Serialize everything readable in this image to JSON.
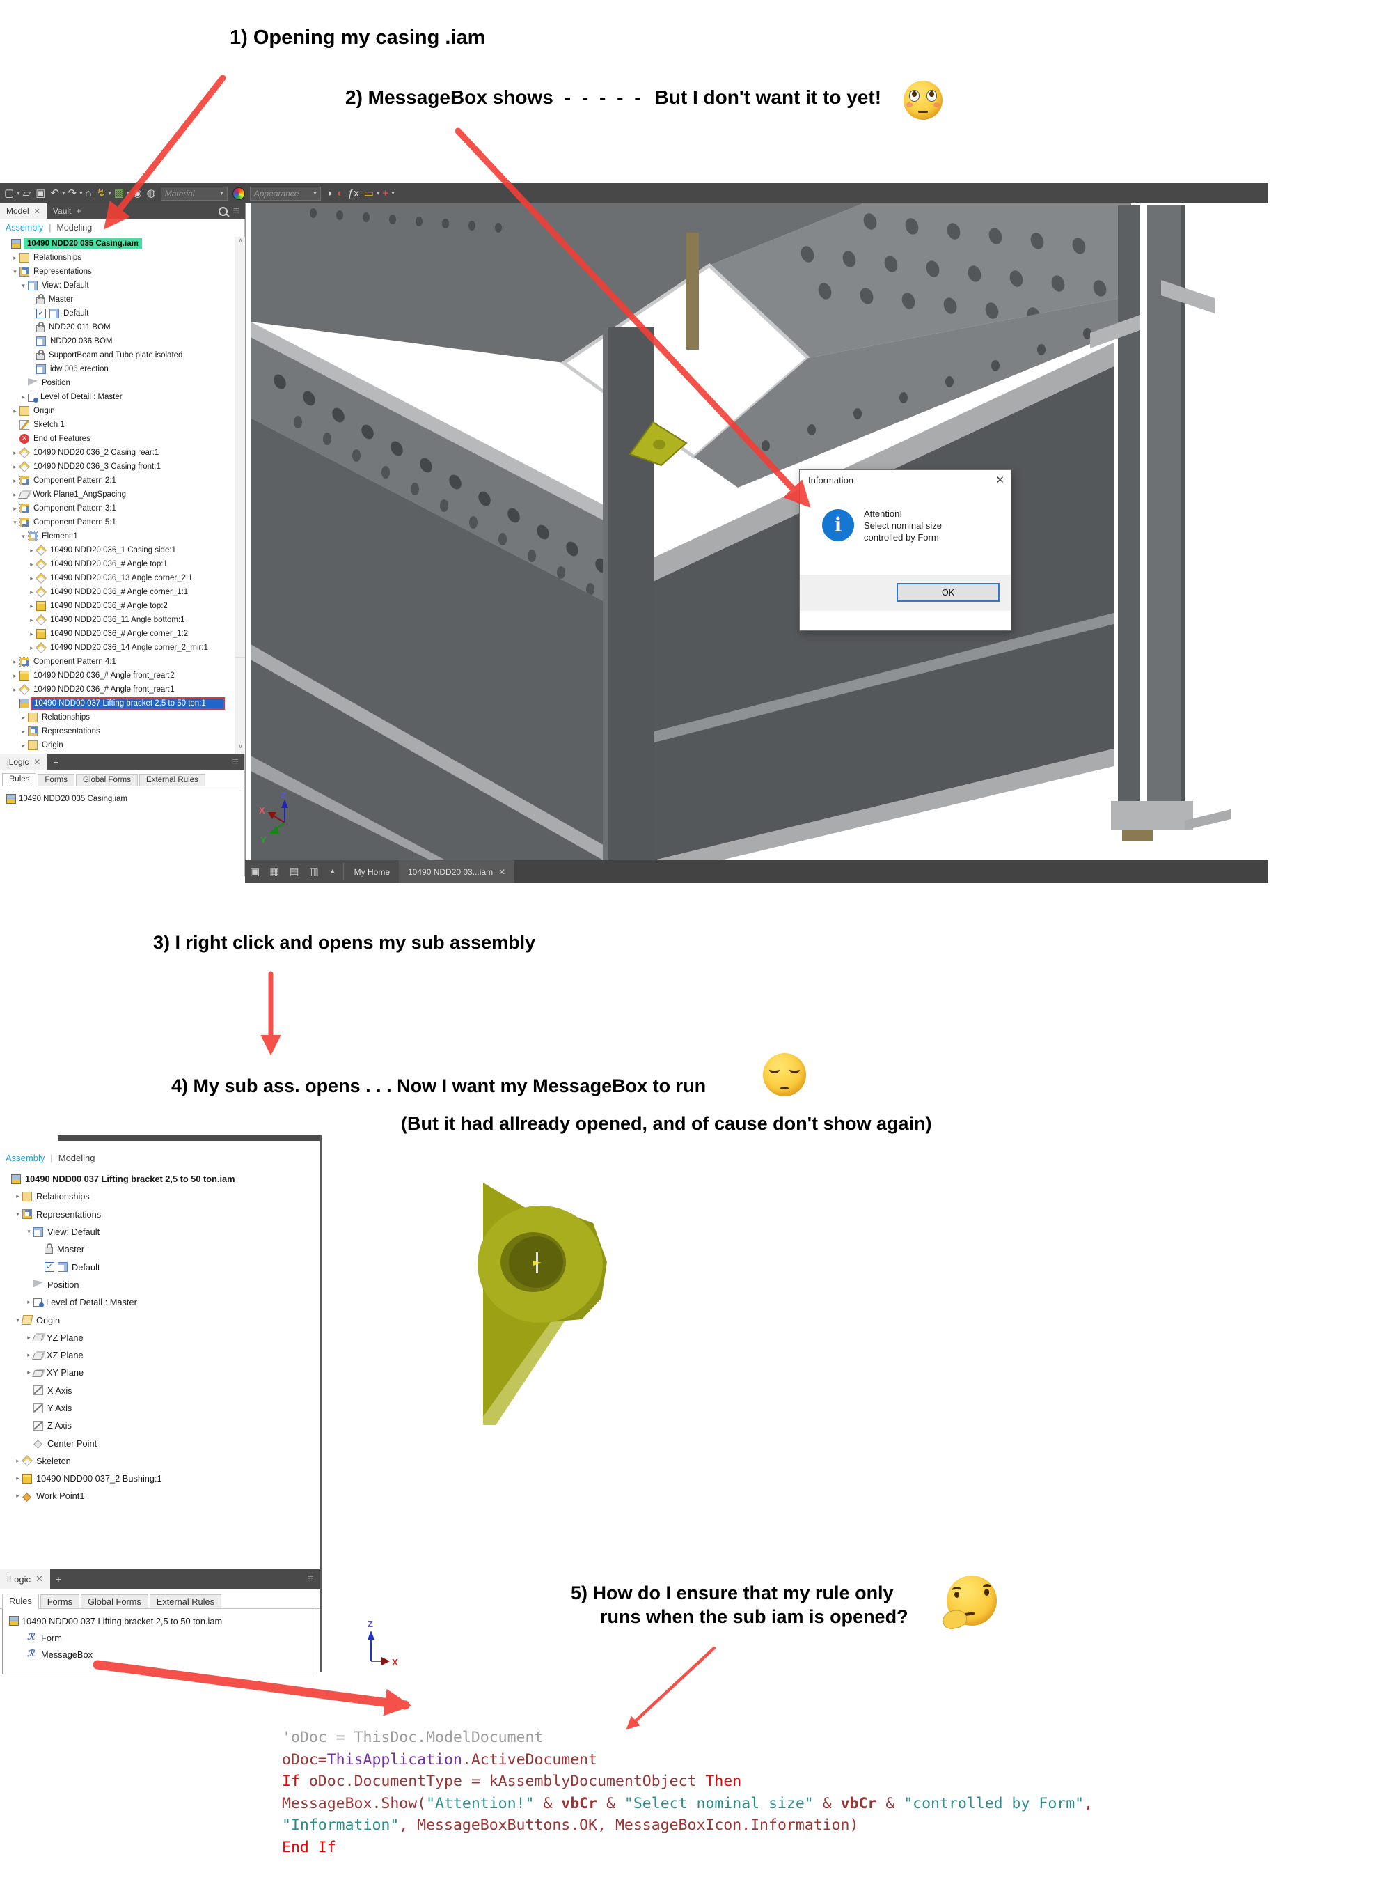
{
  "annotations": {
    "step1": "1) Opening my casing .iam",
    "step2a": "2) MessageBox shows",
    "step2_dashes": "- - - - -",
    "step2b": "But I don't want it to yet!",
    "step3": "3) I right click and opens my sub assembly",
    "step4": "4) My sub ass. opens . . . Now I want my MessageBox to run",
    "step4b": "(But it had allready opened, and of cause don't show again)",
    "step5a": "5) How do I ensure that my rule only",
    "step5b": "runs  when the sub iam is opened?"
  },
  "colors": {
    "arrow": "#f23f36",
    "highlight_green": "#43e0a2",
    "selection_blue": "#2066c8",
    "selection_border": "#d63a3a",
    "toolbar_dark": "#484848",
    "assembly_link_blue": "#1e9cd7",
    "info_icon_blue": "#1577d2",
    "ok_focus_blue": "#2e7ad0",
    "model_gray": "#5e6164",
    "bracket_yellow": "#9ba015"
  },
  "app1": {
    "qat_icons": [
      {
        "name": "new-document",
        "glyph": "▢",
        "cls": ""
      },
      {
        "name": "caret",
        "glyph": "▾",
        "cls": "caret"
      },
      {
        "name": "open",
        "glyph": "▱",
        "cls": ""
      },
      {
        "name": "save",
        "glyph": "▣",
        "cls": ""
      },
      {
        "name": "undo",
        "glyph": "↶",
        "cls": ""
      },
      {
        "name": "caret",
        "glyph": "▾",
        "cls": "caret"
      },
      {
        "name": "redo",
        "glyph": "↷",
        "cls": ""
      },
      {
        "name": "caret",
        "glyph": "▾",
        "cls": "caret"
      },
      {
        "name": "home",
        "glyph": "⌂",
        "cls": ""
      },
      {
        "name": "sketch-lightning",
        "glyph": "↯",
        "cls": "yellow"
      },
      {
        "name": "caret",
        "glyph": "▾",
        "cls": "caret"
      },
      {
        "name": "new-part",
        "glyph": "▧",
        "cls": "green"
      },
      {
        "name": "caret",
        "glyph": "▾",
        "cls": "caret"
      },
      {
        "name": "joint",
        "glyph": "◉",
        "cls": ""
      },
      {
        "name": "render",
        "glyph": "◍",
        "cls": ""
      }
    ],
    "qat_icons2": [
      {
        "name": "adjust-appearance",
        "glyph": "◑",
        "cls": ""
      },
      {
        "name": "clear-appearance",
        "glyph": "◐",
        "cls": "red"
      },
      {
        "name": "parameters-fx",
        "glyph": "ƒx",
        "cls": ""
      },
      {
        "name": "measure",
        "glyph": "▭",
        "cls": "yellow"
      },
      {
        "name": "caret",
        "glyph": "▾",
        "cls": "caret"
      },
      {
        "name": "add",
        "glyph": "+",
        "cls": "red"
      },
      {
        "name": "more",
        "glyph": "▾",
        "cls": "caret"
      }
    ],
    "material_label": "Material",
    "appearance_label": "Appearance",
    "doc_tabs": {
      "model": "Model",
      "vault": "Vault"
    },
    "mode_tabs": {
      "assembly": "Assembly",
      "modeling": "Modeling"
    },
    "tree": [
      {
        "label": "10490 NDD20 035 Casing.iam",
        "lvl": 0,
        "ch": "",
        "icon": "assembly",
        "state": "green",
        "bold": true
      },
      {
        "label": "Relationships",
        "lvl": 1,
        "ch": "r",
        "icon": "folder"
      },
      {
        "label": "Representations",
        "lvl": 1,
        "ch": "d",
        "icon": "rep"
      },
      {
        "label": "View: Default",
        "lvl": 2,
        "ch": "d",
        "icon": "view"
      },
      {
        "label": "Master",
        "lvl": 3,
        "ch": "",
        "icon": "lock"
      },
      {
        "label": "Default",
        "lvl": 3,
        "ch": "",
        "icon": "check",
        "icon2": "view"
      },
      {
        "label": "NDD20 011 BOM",
        "lvl": 3,
        "ch": "",
        "icon": "lock"
      },
      {
        "label": "NDD20 036 BOM",
        "lvl": 3,
        "ch": "",
        "icon": "view"
      },
      {
        "label": "SupportBeam and Tube plate isolated",
        "lvl": 3,
        "ch": "",
        "icon": "lock"
      },
      {
        "label": "idw 006 erection",
        "lvl": 3,
        "ch": "",
        "icon": "view"
      },
      {
        "label": "Position",
        "lvl": 2,
        "ch": "",
        "icon": "flag"
      },
      {
        "label": "Level of Detail : Master",
        "lvl": 2,
        "ch": "r",
        "icon": "lod"
      },
      {
        "label": "Origin",
        "lvl": 1,
        "ch": "r",
        "icon": "folder"
      },
      {
        "label": "Sketch 1",
        "lvl": 1,
        "ch": "",
        "icon": "sketch"
      },
      {
        "label": "End of Features",
        "lvl": 1,
        "ch": "",
        "icon": "eof"
      },
      {
        "label": "10490 NDD20 036_2 Casing rear:1",
        "lvl": 1,
        "ch": "r",
        "icon": "partd"
      },
      {
        "label": "10490 NDD20 036_3 Casing front:1",
        "lvl": 1,
        "ch": "r",
        "icon": "partd"
      },
      {
        "label": "Component Pattern 2:1",
        "lvl": 1,
        "ch": "r",
        "icon": "pattern"
      },
      {
        "label": "Work Plane1_AngSpacing",
        "lvl": 1,
        "ch": "r",
        "icon": "plane"
      },
      {
        "label": "Component Pattern 3:1",
        "lvl": 1,
        "ch": "r",
        "icon": "pattern"
      },
      {
        "label": "Component Pattern 5:1",
        "lvl": 1,
        "ch": "d",
        "icon": "pattern"
      },
      {
        "label": "Element:1",
        "lvl": 2,
        "ch": "d",
        "icon": "element"
      },
      {
        "label": "10490 NDD20 036_1 Casing side:1",
        "lvl": 3,
        "ch": "r",
        "icon": "partd"
      },
      {
        "label": "10490 NDD20 036_# Angle top:1",
        "lvl": 3,
        "ch": "r",
        "icon": "partd"
      },
      {
        "label": "10490 NDD20 036_13 Angle corner_2:1",
        "lvl": 3,
        "ch": "r",
        "icon": "partd"
      },
      {
        "label": "10490 NDD20 036_# Angle corner_1:1",
        "lvl": 3,
        "ch": "r",
        "icon": "partd"
      },
      {
        "label": "10490 NDD20 036_# Angle top:2",
        "lvl": 3,
        "ch": "r",
        "icon": "part"
      },
      {
        "label": "10490 NDD20 036_11 Angle bottom:1",
        "lvl": 3,
        "ch": "r",
        "icon": "partd"
      },
      {
        "label": "10490 NDD20 036_# Angle corner_1:2",
        "lvl": 3,
        "ch": "r",
        "icon": "part"
      },
      {
        "label": "10490 NDD20 036_14 Angle corner_2_mir:1",
        "lvl": 3,
        "ch": "r",
        "icon": "partd"
      },
      {
        "label": "Component Pattern 4:1",
        "lvl": 1,
        "ch": "r",
        "icon": "pattern"
      },
      {
        "label": "10490 NDD20 036_# Angle front_rear:2",
        "lvl": 1,
        "ch": "r",
        "icon": "part"
      },
      {
        "label": "10490 NDD20 036_# Angle front_rear:1",
        "lvl": 1,
        "ch": "r",
        "icon": "partd"
      },
      {
        "label": "10490 NDD00 037 Lifting bracket 2,5 to 50 ton:1",
        "lvl": 1,
        "ch": "",
        "icon": "assembly",
        "state": "blue"
      },
      {
        "label": "Relationships",
        "lvl": 2,
        "ch": "r",
        "icon": "folder"
      },
      {
        "label": "Representations",
        "lvl": 2,
        "ch": "r",
        "icon": "rep"
      },
      {
        "label": "Origin",
        "lvl": 2,
        "ch": "r",
        "icon": "folder"
      }
    ],
    "ilogic": {
      "panel_tab": "iLogic",
      "tabs": [
        "Rules",
        "Forms",
        "Global Forms",
        "External Rules"
      ],
      "items": [
        {
          "label": "10490 NDD20 035 Casing.iam",
          "icon": "assembly",
          "lvl": 0
        }
      ]
    },
    "bottom_tabs": {
      "home": "My Home",
      "doc": "10490 NDD20 03...iam"
    },
    "arrange_icons": [
      {
        "name": "cascade-windows",
        "glyph": "▣"
      },
      {
        "name": "tile-windows",
        "glyph": "▦"
      },
      {
        "name": "tile-horizontal",
        "glyph": "▤"
      },
      {
        "name": "tile-vertical",
        "glyph": "▥"
      }
    ],
    "dialog": {
      "title": "Information",
      "lines": [
        "Attention!",
        "Select nominal size",
        "controlled by Form"
      ],
      "ok": "OK"
    }
  },
  "app2": {
    "mode_tabs": {
      "assembly": "Assembly",
      "modeling": "Modeling"
    },
    "tree": [
      {
        "label": "10490 NDD00 037 Lifting bracket 2,5 to 50 ton.iam",
        "lvl": 0,
        "ch": "",
        "icon": "assembly",
        "bold": true
      },
      {
        "label": "Relationships",
        "lvl": 1,
        "ch": "r",
        "icon": "folder"
      },
      {
        "label": "Representations",
        "lvl": 1,
        "ch": "d",
        "icon": "rep"
      },
      {
        "label": "View: Default",
        "lvl": 2,
        "ch": "d",
        "icon": "view"
      },
      {
        "label": "Master",
        "lvl": 3,
        "ch": "",
        "icon": "lock"
      },
      {
        "label": "Default",
        "lvl": 3,
        "ch": "",
        "icon": "check",
        "icon2": "view"
      },
      {
        "label": "Position",
        "lvl": 2,
        "ch": "",
        "icon": "flag"
      },
      {
        "label": "Level of Detail : Master",
        "lvl": 2,
        "ch": "r",
        "icon": "lod"
      },
      {
        "label": "Origin",
        "lvl": 1,
        "ch": "d",
        "icon": "folderopen"
      },
      {
        "label": "YZ Plane",
        "lvl": 2,
        "ch": "r",
        "icon": "plane"
      },
      {
        "label": "XZ Plane",
        "lvl": 2,
        "ch": "r",
        "icon": "plane"
      },
      {
        "label": "XY Plane",
        "lvl": 2,
        "ch": "r",
        "icon": "plane"
      },
      {
        "label": "X Axis",
        "lvl": 2,
        "ch": "",
        "icon": "axis"
      },
      {
        "label": "Y Axis",
        "lvl": 2,
        "ch": "",
        "icon": "axis"
      },
      {
        "label": "Z Axis",
        "lvl": 2,
        "ch": "",
        "icon": "axis"
      },
      {
        "label": "Center Point",
        "lvl": 2,
        "ch": "",
        "icon": "cpoint"
      },
      {
        "label": "Skeleton",
        "lvl": 1,
        "ch": "r",
        "icon": "partd"
      },
      {
        "label": "10490 NDD00 037_2 Bushing:1",
        "lvl": 1,
        "ch": "r",
        "icon": "part"
      },
      {
        "label": "Work Point1",
        "lvl": 1,
        "ch": "r",
        "icon": "wpoint"
      }
    ],
    "ilogic": {
      "panel_tab": "iLogic",
      "tabs": [
        "Rules",
        "Forms",
        "Global Forms",
        "External Rules"
      ],
      "items": [
        {
          "label": "10490 NDD00 037 Lifting bracket 2,5 to 50 ton.iam",
          "icon": "assembly",
          "lvl": 0
        },
        {
          "label": "Form",
          "icon": "rule",
          "lvl": 1
        },
        {
          "label": "MessageBox",
          "icon": "rule",
          "lvl": 1
        }
      ]
    }
  },
  "triad": {
    "x": "X",
    "y": "Y",
    "z": "Z"
  },
  "code": {
    "colors": {
      "gray": "#9b9b9b",
      "maroon": "#993535",
      "purple": "#7030a0",
      "red": "#f40000",
      "teal": "#2c8c8c"
    },
    "lines": [
      [
        {
          "t": "'oDoc = ThisDoc.ModelDocument",
          "c": "gray"
        }
      ],
      [
        {
          "t": "oDoc=",
          "c": "maroon"
        },
        {
          "t": "ThisApplication",
          "c": "purple"
        },
        {
          "t": ".ActiveDocument",
          "c": "maroon"
        }
      ],
      [
        {
          "t": "If ",
          "c": "red"
        },
        {
          "t": "oDoc.DocumentType = kAssemblyDocumentObject ",
          "c": "maroon"
        },
        {
          "t": "Then",
          "c": "red"
        }
      ],
      [
        {
          "t": "MessageBox.Show(",
          "c": "maroon"
        },
        {
          "t": "\"Attention!\"",
          "c": "teal"
        },
        {
          "t": " & ",
          "c": "maroon"
        },
        {
          "t": "vbCr",
          "c": "maroon",
          "b": 1
        },
        {
          "t": " & ",
          "c": "maroon"
        },
        {
          "t": "\"Select nominal size\"",
          "c": "teal"
        },
        {
          "t": " & ",
          "c": "maroon"
        },
        {
          "t": "vbCr",
          "c": "maroon",
          "b": 1
        },
        {
          "t": " & ",
          "c": "maroon"
        },
        {
          "t": "\"controlled by Form\"",
          "c": "teal"
        },
        {
          "t": ",",
          "c": "maroon"
        }
      ],
      [
        {
          "t": "\"Information\"",
          "c": "teal"
        },
        {
          "t": ", ",
          "c": "maroon"
        },
        {
          "t": "MessageBoxButtons.OK",
          "c": "maroon"
        },
        {
          "t": ", ",
          "c": "maroon"
        },
        {
          "t": "MessageBoxIcon.Information)",
          "c": "maroon"
        }
      ],
      [
        {
          "t": "End If",
          "c": "red"
        }
      ]
    ]
  }
}
